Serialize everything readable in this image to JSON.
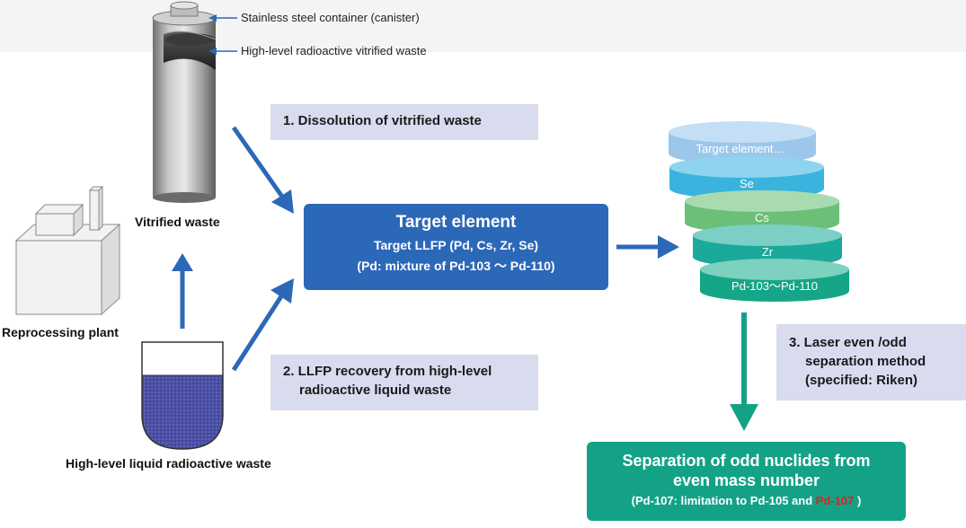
{
  "labels": {
    "canister": "Stainless steel container (canister)",
    "vitrified_waste_inside": "High-level radioactive vitrified waste",
    "vitrified_waste": "Vitrified waste",
    "reprocessing_plant": "Reprocessing plant",
    "liquid_waste": "High-level liquid radioactive waste"
  },
  "steps": {
    "step1": "1. Dissolution of  vitrified waste",
    "step2_line1": "2. LLFP recovery  from high-level",
    "step2_line2": "radioactive  liquid waste",
    "step3_line1": "3. Laser even /odd",
    "step3_line2": "separation method",
    "step3_line3": "(specified: Riken)"
  },
  "target": {
    "title": "Target element",
    "line1": "Target LLFP (Pd, Cs, Zr, Se)",
    "line2": "(Pd: mixture of Pd-103 ～ Pd-110)"
  },
  "discs": [
    {
      "label": "Target element…",
      "color": "#9cc7eb",
      "top_color": "#c4dff5"
    },
    {
      "label": "Se",
      "color": "#3ab3de",
      "top_color": "#8ed4ee"
    },
    {
      "label": "Cs",
      "color": "#6bbf77",
      "top_color": "#a9dbb0"
    },
    {
      "label": "Zr",
      "color": "#1aa99a",
      "top_color": "#7ccfc5"
    },
    {
      "label": "Pd-103～Pd-110",
      "color": "#15a687",
      "top_color": "#7dd1bf"
    }
  ],
  "result": {
    "line1": "Separation of odd nuclides from",
    "line2": "even mass number",
    "line3_prefix": "(Pd-107: limitation to Pd-105 and ",
    "line3_highlight": "Pd-107",
    "line3_suffix": " )"
  },
  "colors": {
    "arrow": "#2c68b8",
    "arrow_green": "#14a287",
    "target_box": "#2c68b8",
    "step_box": "#d9dcef",
    "result_box": "#14a287",
    "highlight": "#e02020",
    "liquid": "#4a4fa3"
  }
}
